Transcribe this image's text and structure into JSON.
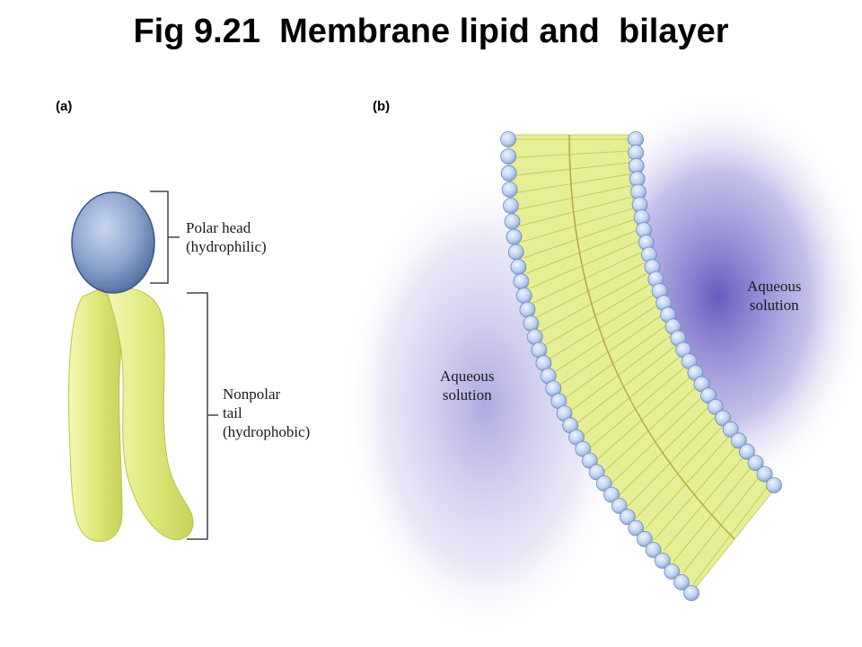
{
  "title": "Fig 9.21  Membrane lipid and  bilayer",
  "panel_a": {
    "label": "(a)",
    "head_label": [
      "Polar head",
      "(hydrophilic)"
    ],
    "tail_label": [
      "Nonpolar",
      "tail",
      "(hydrophobic)"
    ]
  },
  "panel_b": {
    "label": "(b)",
    "aqueous_left": [
      "Aqueous",
      "solution"
    ],
    "aqueous_right": [
      "Aqueous",
      "solution"
    ]
  },
  "colors": {
    "head": "#8fa6cf",
    "tail": "#dfe87a",
    "aqueous": "#5a4fc0",
    "bilayer_head": "#bcd0ee"
  }
}
